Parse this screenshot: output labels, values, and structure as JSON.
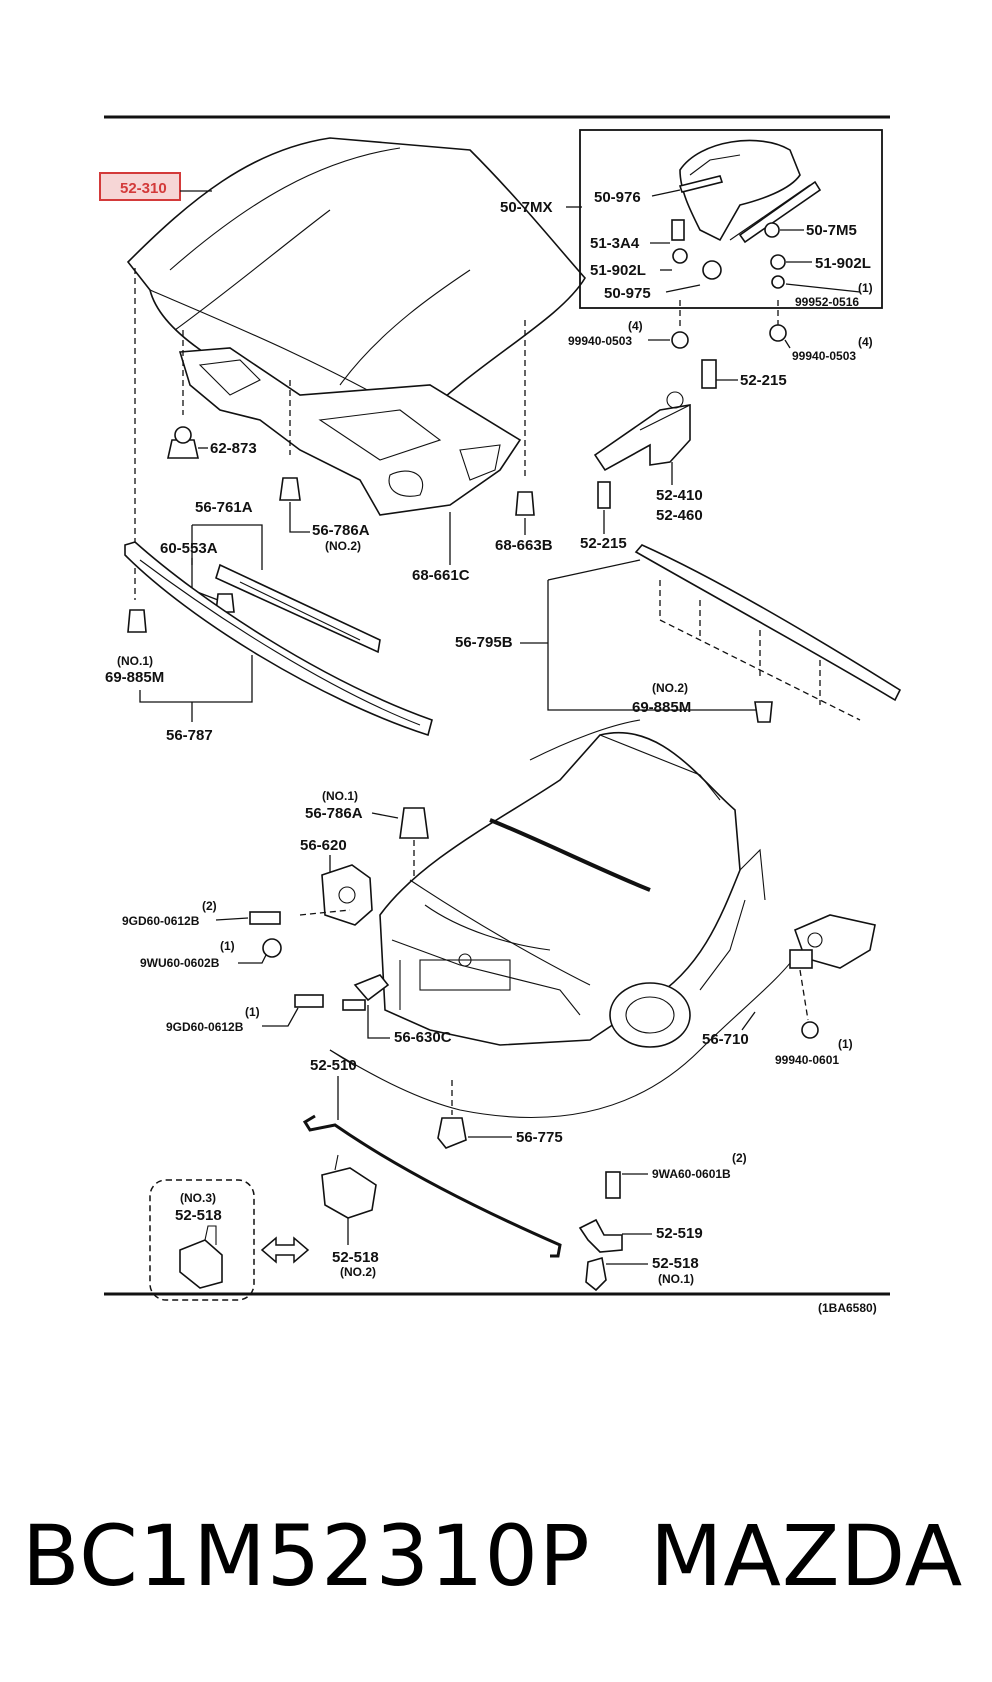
{
  "highlighted_part": "52-310",
  "diagram_code": "(1BA6580)",
  "footer": {
    "part_number": "BC1M52310P",
    "brand": "MAZDA"
  },
  "labels": {
    "l_52_310": "52-310",
    "l_50_7mx": "50-7MX",
    "l_50_976": "50-976",
    "l_50_7m5": "50-7M5",
    "l_51_3a4": "51-3A4",
    "l_51_902l_a": "51-902L",
    "l_51_902l_b": "51-902L",
    "l_50_975": "50-975",
    "l_99952_q": "(1)",
    "l_99952": "99952-0516",
    "l_99940a_q": "(4)",
    "l_99940a": "99940-0503",
    "l_99940b_q": "(4)",
    "l_99940b": "99940-0503",
    "l_52_215_a": "52-215",
    "l_62_873": "62-873",
    "l_52_410": "52-410",
    "l_52_460": "52-460",
    "l_56_761a": "56-761A",
    "l_56_786a_2": "56-786A",
    "l_no2_a": "(NO.2)",
    "l_52_215_b": "52-215",
    "l_68_663b": "68-663B",
    "l_60_553a": "60-553A",
    "l_68_661c": "68-661C",
    "l_56_795b": "56-795B",
    "l_no1_a": "(NO.1)",
    "l_69_885m_a": "69-885M",
    "l_no2_b": "(NO.2)",
    "l_69_885m_b": "69-885M",
    "l_56_787": "56-787",
    "l_no1_b": "(NO.1)",
    "l_56_786a_1": "56-786A",
    "l_56_620": "56-620",
    "l_9gd_a_q": "(2)",
    "l_9gd_a": "9GD60-0612B",
    "l_9wu_q": "(1)",
    "l_9wu": "9WU60-0602B",
    "l_9gd_b_q": "(1)",
    "l_9gd_b": "9GD60-0612B",
    "l_56_630c": "56-630C",
    "l_56_710": "56-710",
    "l_99940c_q": "(1)",
    "l_99940c": "99940-0601",
    "l_52_510": "52-510",
    "l_56_775": "56-775",
    "l_9wa_q": "(2)",
    "l_9wa": "9WA60-0601B",
    "l_no3": "(NO.3)",
    "l_52_518_a": "52-518",
    "l_52_519": "52-519",
    "l_52_518_b": "52-518",
    "l_no2_c": "(NO.2)",
    "l_52_518_c": "52-518",
    "l_no1_c": "(NO.1)"
  }
}
